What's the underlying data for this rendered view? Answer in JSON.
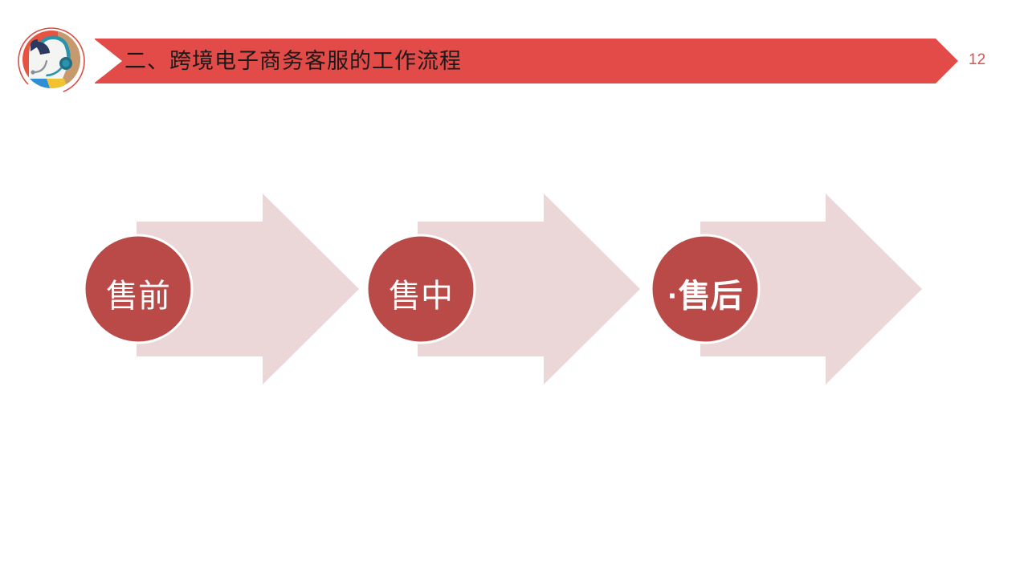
{
  "slide": {
    "page_number": "12",
    "background_color": "#ffffff"
  },
  "header": {
    "title": "二、跨境电子商务客服的工作流程",
    "banner_color": "#e24b48",
    "title_color": "#1a1a1a",
    "page_number_color": "#d9534f",
    "logo": {
      "name": "customer-service-headset-logo",
      "ring_color": "#d94f45",
      "disc_color": "#e8533f",
      "wedge_color": "#c69a6d",
      "face_color": "#f4f4f2",
      "hair_color": "#2b3a5e",
      "headset_color": "#2a94ad",
      "shirt_left_color": "#2f8fd4",
      "shirt_right_color": "#f2c230"
    }
  },
  "flow": {
    "arrow_color": "#ebd7d7",
    "circle_color": "#b94a47",
    "circle_ring_color": "#ffffff",
    "label_color": "#ffffff",
    "stages": [
      {
        "label": "售前",
        "weight": "regular"
      },
      {
        "label": "售中",
        "weight": "regular"
      },
      {
        "label": "·售后",
        "weight": "bold"
      }
    ]
  }
}
